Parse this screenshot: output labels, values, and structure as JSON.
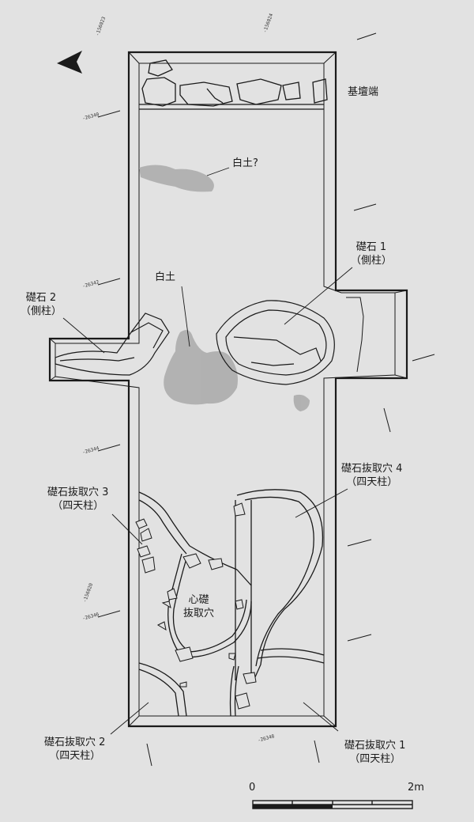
{
  "labels": {
    "kidan_end": "基壇端",
    "white_soil_q": "白土?",
    "white_soil": "白土",
    "stone1_line1": "礎石 1",
    "stone1_line2": "（側柱）",
    "stone2_line1": "礎石 2",
    "stone2_line2": "（側柱）",
    "pit3_line1": "礎石抜取穴 3",
    "pit3_line2": "（四天柱）",
    "pit4_line1": "礎石抜取穴 4",
    "pit4_line2": "（四天柱）",
    "center_line1": "心礎",
    "center_line2": "抜取穴",
    "pit2_line1": "礎石抜取穴 2",
    "pit2_line2": "（四天柱）",
    "pit1_line1": "礎石抜取穴 1",
    "pit1_line2": "（四天柱）"
  },
  "coords": {
    "c1": "-156023",
    "c2": "-156024",
    "c3": "-26340",
    "c4": "-26342",
    "c5": "-26344",
    "c6": "-156020",
    "c7": "-26346",
    "c8": "-26348"
  },
  "scale": {
    "start": "0",
    "end": "2m"
  },
  "colors": {
    "line": "#1a1a1a",
    "background": "#e2e2e2",
    "soil": "#a9a9a9"
  },
  "icons": {
    "north_arrow": "north-arrow-icon"
  }
}
